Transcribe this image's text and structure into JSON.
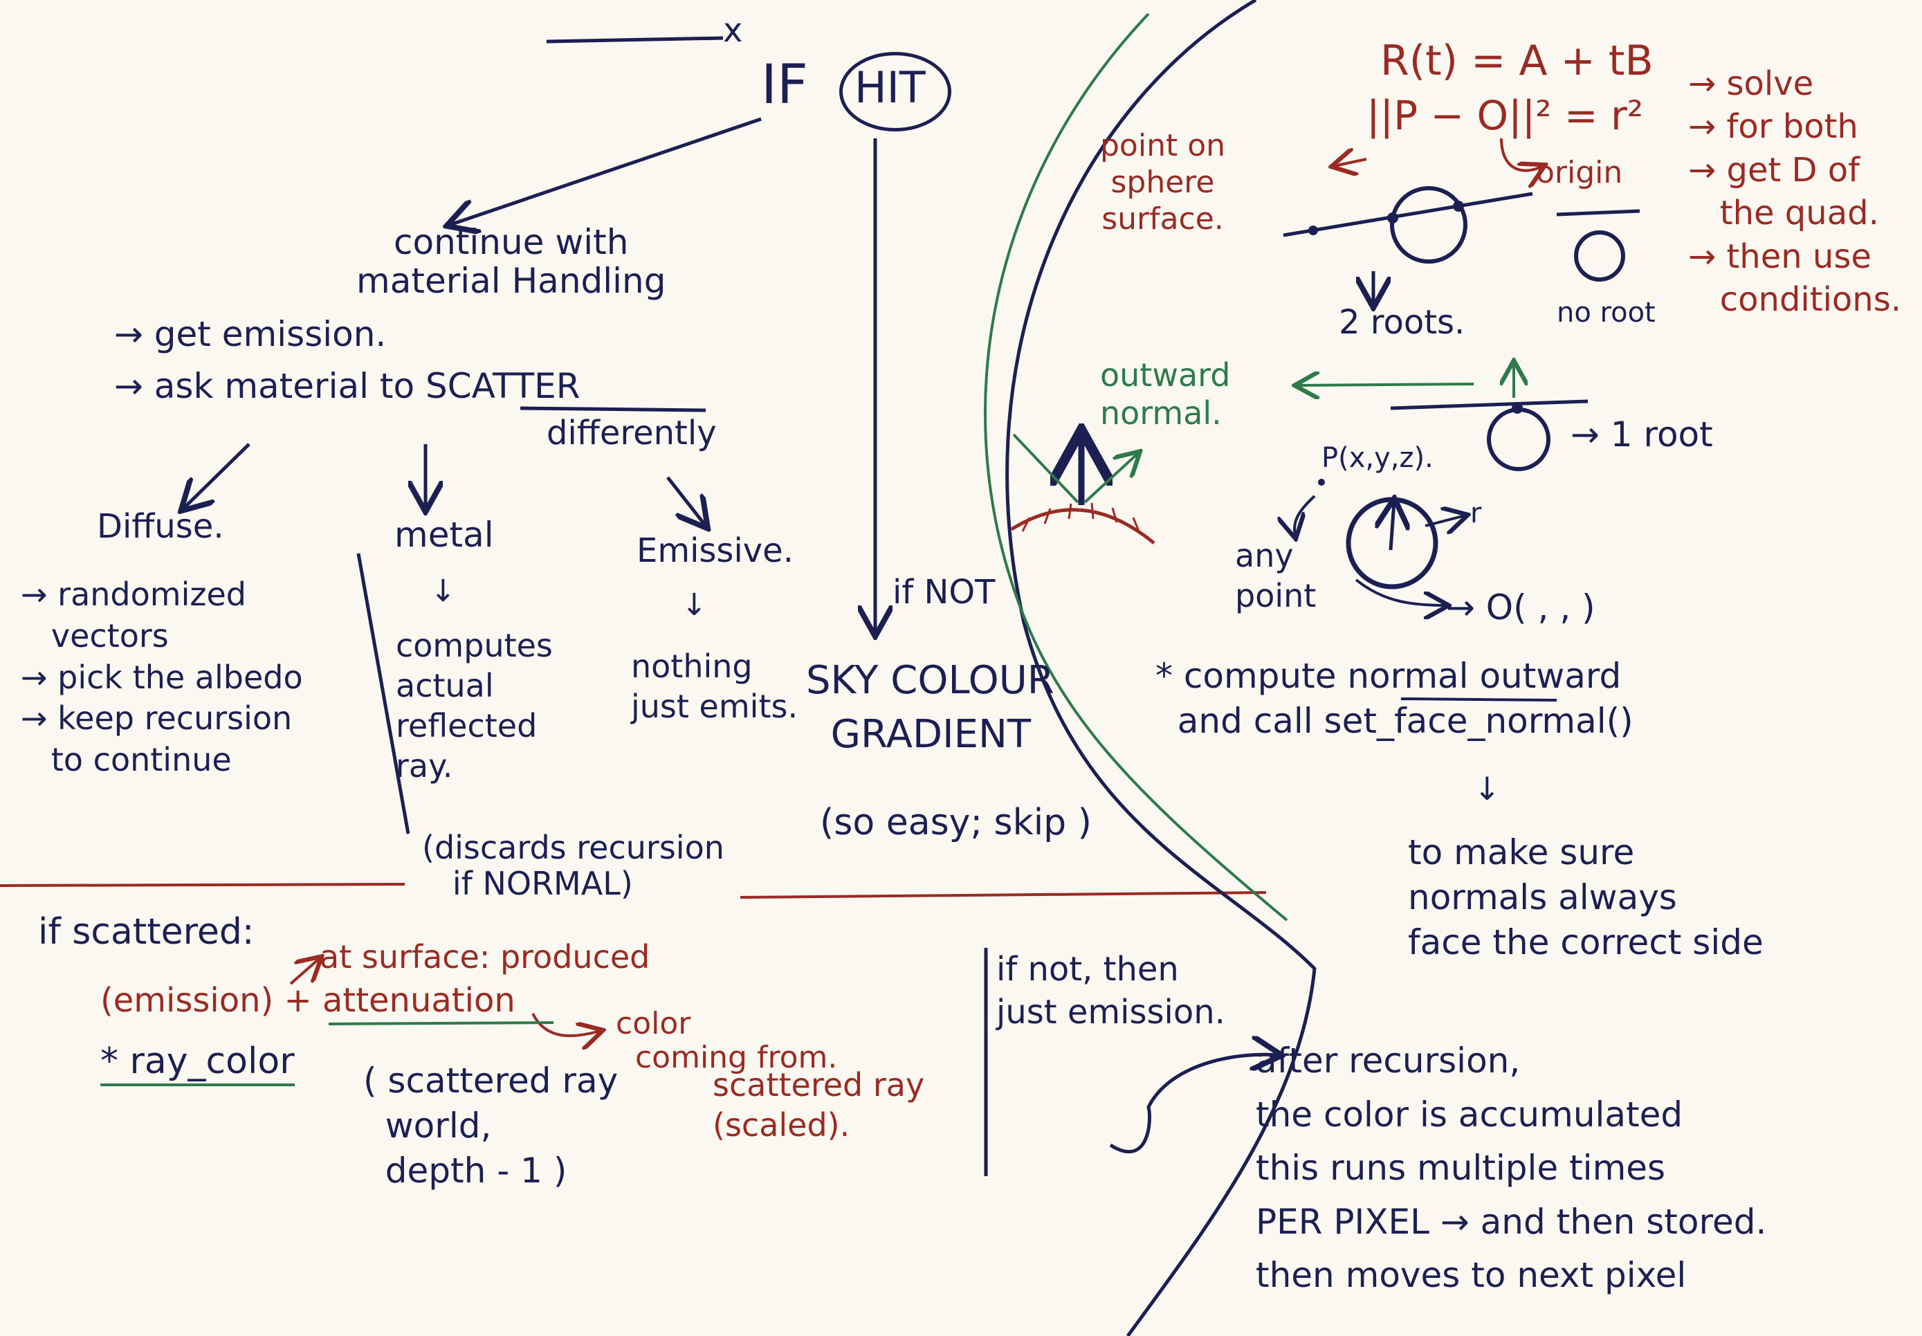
{
  "top": {
    "x_mark": "x",
    "if": "IF",
    "hit": "HIT"
  },
  "left": {
    "continue": "continue with\nmaterial Handling",
    "get_emission": "→ get emission.",
    "ask_material": "→ ask material to SCATTER",
    "differently": "differently",
    "diffuse_title": "Diffuse.",
    "diffuse_notes": "→ randomized\n   vectors\n→ pick the albedo\n→ keep recursion\n   to continue",
    "metal_title": "metal",
    "metal_arrow": "↓",
    "metal_notes": "computes\nactual\nreflected\nray.",
    "emissive_title": "Emissive.",
    "emissive_arrow": "↓",
    "emissive_notes": "nothing\njust emits.",
    "discards": "(discards recursion\n   if NORMAL)",
    "if_not": "if NOT",
    "sky_colour": "SKY COLOUR\n  GRADIENT",
    "so_easy": "(so easy; skip )"
  },
  "bottom": {
    "if_scattered": "if scattered:",
    "at_surface": "at surface: produced",
    "emission_attenuation": "(emission) + attenuation",
    "color_coming": "color\n  coming from.",
    "ray_color": "* ray_color",
    "ray_color_args": "( scattered ray\n  world,\n  depth - 1 )",
    "scattered_ray_scaled": "scattered ray\n(scaled).",
    "if_not_then": "if not, then\njust emission."
  },
  "right": {
    "ray_eq": "R(t) = A + tB",
    "sphere_eq": "||P − O||² = r²",
    "solve": "→ solve\n→ for both\n→ get D of\n   the quad.\n→ then use\n   conditions.",
    "point_on_sphere": "point on\nsphere\nsurface.",
    "origin": "origin",
    "two_roots": "2 roots.",
    "no_root": "no root",
    "outward_normal": "outward\nnormal.",
    "one_root": "→ 1 root",
    "p_xyz": "P(x,y,z).",
    "r_label": "r",
    "any_point": "any\npoint",
    "o_point": "→ O( , , )",
    "compute_normal": "* compute normal outward\n  and call set_face_normal()",
    "down_arrow": "↓",
    "make_sure": "to make sure\nnormals always\nface the correct side",
    "after_recursion": "after recursion,\nthe color is accumulated\nthis runs multiple times\nPER PIXEL → and then stored.\nthen moves to next pixel"
  },
  "colors": {
    "ink_navy": "#1c1f52",
    "ink_red": "#9a2a24",
    "ink_green": "#2f7a4a",
    "paper": "#fbf8f1"
  }
}
